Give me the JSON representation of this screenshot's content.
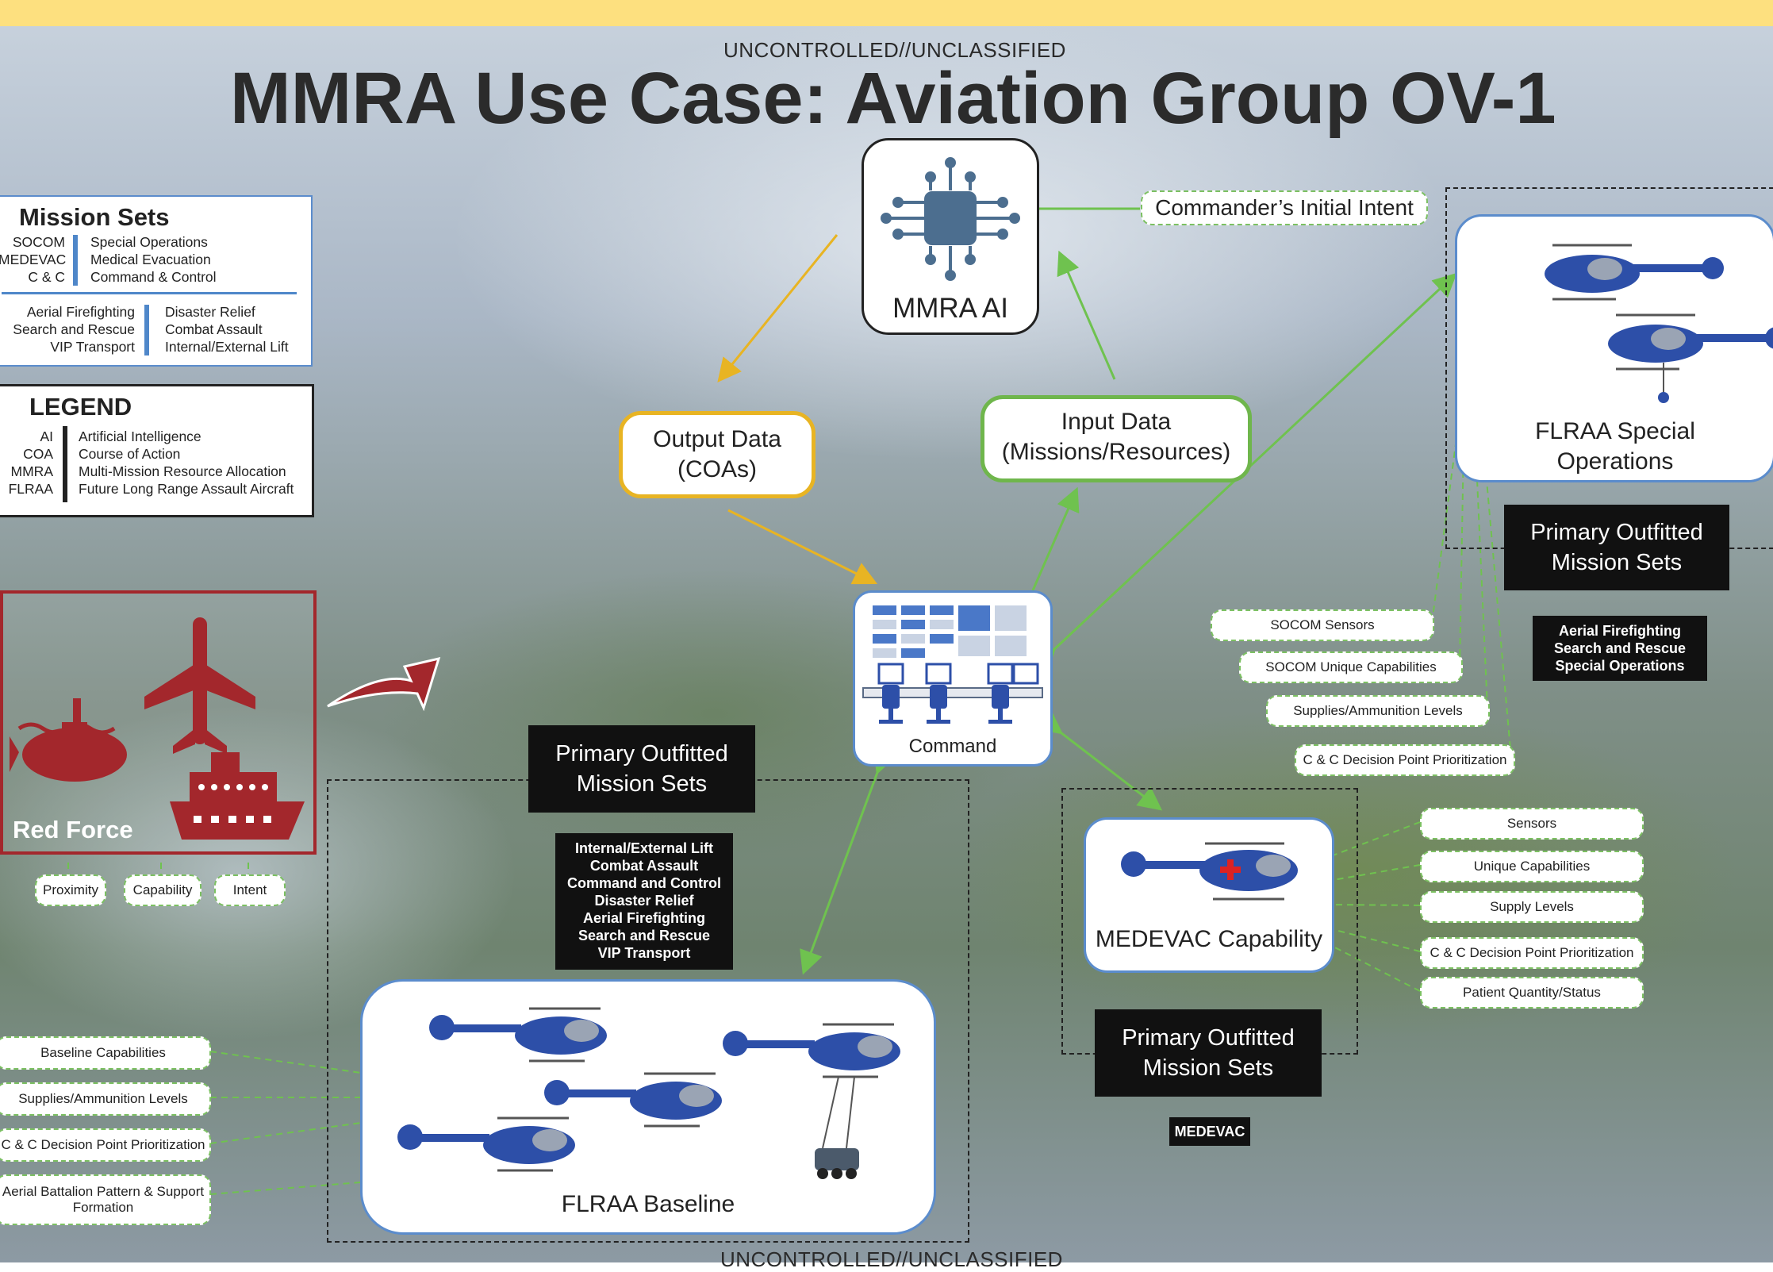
{
  "header": {
    "classification_top": "UNCONTROLLED//UNCLASSIFIED",
    "title": "MMRA Use Case: Aviation Group OV-1",
    "classification_bottom": "UNCONTROLLED//UNCLASSIFIED"
  },
  "mission_sets": {
    "title": "Mission Sets",
    "abbreviations": [
      {
        "abbr": "SOCOM",
        "meaning": "Special Operations"
      },
      {
        "abbr": "MEDEVAC",
        "meaning": "Medical Evacuation"
      },
      {
        "abbr": "C & C",
        "meaning": "Command & Control"
      }
    ],
    "left_list": [
      "Aerial Firefighting",
      "Search and Rescue",
      "VIP Transport"
    ],
    "right_list": [
      "Disaster Relief",
      "Combat Assault",
      "Internal/External Lift"
    ]
  },
  "legend": {
    "title": "LEGEND",
    "entries": [
      {
        "abbr": "AI",
        "meaning": "Artificial Intelligence"
      },
      {
        "abbr": "COA",
        "meaning": "Course of Action"
      },
      {
        "abbr": "MMRA",
        "meaning": "Multi-Mission Resource Allocation"
      },
      {
        "abbr": "FLRAA",
        "meaning": "Future Long Range Assault Aircraft"
      }
    ]
  },
  "nodes": {
    "ai": "MMRA AI",
    "commander_intent": "Commander’s Initial Intent",
    "output_data": [
      "Output Data",
      "(COAs)"
    ],
    "input_data": [
      "Input Data",
      "(Missions/Resources)"
    ],
    "command": "Command",
    "red_force": "Red Force",
    "flraa_special": [
      "FLRAA Special",
      "Operations"
    ],
    "medevac": "MEDEVAC Capability",
    "flraa_baseline": "FLRAA Baseline"
  },
  "red_force_tags": [
    "Proximity",
    "Capability",
    "Intent"
  ],
  "baseline": {
    "pom_title": [
      "Primary Outfitted",
      "Mission Sets"
    ],
    "missions": [
      "Internal/External Lift",
      "Combat Assault",
      "Command and Control",
      "Disaster Relief",
      "Aerial Firefighting",
      "Search and Rescue",
      "VIP Transport"
    ],
    "tags": [
      "Baseline Capabilities",
      "Supplies/Ammunition Levels",
      "C & C Decision Point Prioritization",
      "Aerial Battalion Pattern & Support",
      "Formation"
    ]
  },
  "special_ops": {
    "pom_title": [
      "Primary Outfitted",
      "Mission Sets"
    ],
    "missions": [
      "Aerial Firefighting",
      "Search and Rescue",
      "Special Operations"
    ],
    "tags": [
      "SOCOM Sensors",
      "SOCOM Unique Capabilities",
      "Supplies/Ammunition Levels",
      "C & C Decision Point Prioritization"
    ]
  },
  "medevac_group": {
    "pom_title": [
      "Primary Outfitted",
      "Mission Sets"
    ],
    "missions": [
      "MEDEVAC"
    ],
    "tags": [
      "Sensors",
      "Unique Capabilities",
      "Supply Levels",
      "C & C Decision Point Prioritization",
      "Patient Quantity/Status"
    ]
  },
  "colors": {
    "topbar": "#fde07f",
    "output_border": "#e8b423",
    "input_border": "#6fb64c",
    "arrow_green": "#6fc24f",
    "arrow_orange": "#e8b423",
    "red_force": "#a3272c",
    "helicopter_blue": "#2d4fa8",
    "ai_chip": "#4c6e8f"
  }
}
